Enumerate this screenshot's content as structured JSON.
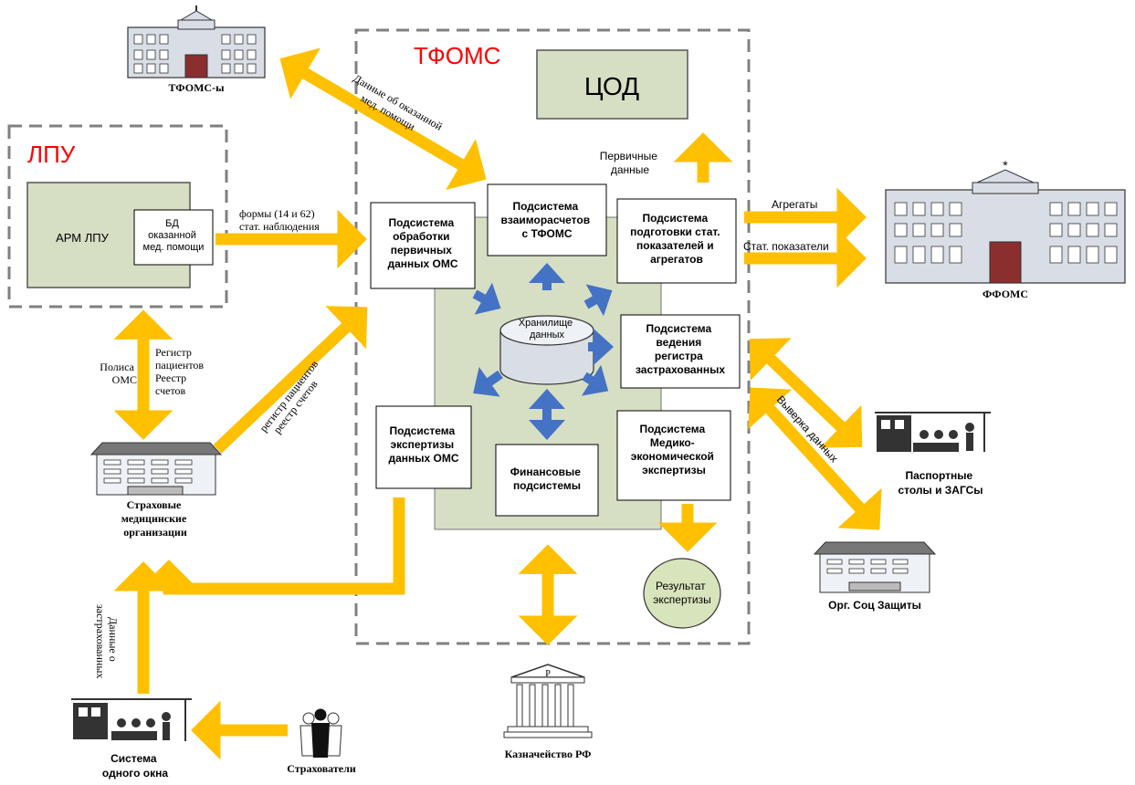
{
  "colors": {
    "arrow_yellow": "#FFC000",
    "arrow_blue": "#4472C4",
    "green_fill": "#D6DEC4",
    "dashed_border": "#808080",
    "title_red": "#FF0000",
    "result_fill": "#D8E4BC",
    "building_fill": "#D9DEE6"
  },
  "regions": {
    "tfoms_title": "ТФОМС",
    "lpu_title": "ЛПУ"
  },
  "nodes": {
    "cod": "ЦОД",
    "arm_lpu": "АРМ ЛПУ",
    "bd_lines": [
      "БД",
      "оказанной",
      "мед. помощи"
    ],
    "storage_lines": [
      "Хранилище",
      "данных"
    ],
    "result_lines": [
      "Результат",
      "экспертизы"
    ],
    "subsys_primary": [
      "Подсистема",
      "обработки",
      "первичных",
      "данных ОМС"
    ],
    "subsys_settlements": [
      "Подсистема",
      "взаиморасчетов",
      "с ТФОМС"
    ],
    "subsys_stats": [
      "Подсистема",
      "подготовки стат.",
      "показателей и",
      "агрегатов"
    ],
    "subsys_registry": [
      "Подсистема",
      "ведения",
      "регистра",
      "застрахованных"
    ],
    "subsys_expertise": [
      "Подсистема",
      "экспертизы",
      "данных ОМС"
    ],
    "subsys_finance": [
      "Финансовые",
      "подсистемы"
    ],
    "subsys_medeco": [
      "Подсистема",
      "Медико-",
      "экономической",
      "экспертизы"
    ]
  },
  "entities": {
    "tfoms_s": "ТФОМС-ы",
    "ffoms": "ФФОМС",
    "smo_lines": [
      "Страховые",
      "медицинские",
      "организации"
    ],
    "passport_lines": [
      "Паспортные",
      "столы и ЗАГСы"
    ],
    "org_soc": "Орг. Соц Защиты",
    "one_window_lines": [
      "Система",
      "одного окна"
    ],
    "insurers": "Страхователи",
    "treasury": "Казначейство РФ",
    "treasury_symbol": "Р"
  },
  "arrow_labels": {
    "aid_data_lines": [
      "Данные об оказанной",
      "мед. помощи"
    ],
    "forms_lines": [
      "формы (14 и 62)",
      "стат. наблюдения"
    ],
    "primary_data_lines": [
      "Первичные",
      "данные"
    ],
    "aggregates": "Агрегаты",
    "stat_indicators": "Стат. показатели",
    "policies_lines": [
      "Полиса",
      "ОМС"
    ],
    "registers_lines": [
      "Регистр",
      "пациентов",
      "Реестр",
      "счетов"
    ],
    "patient_register_lines": [
      "регистр пациентов",
      "реестр счетов"
    ],
    "data_check": "Выверка данных",
    "insured_data_lines": [
      "Данные о",
      "застрахованных"
    ]
  }
}
